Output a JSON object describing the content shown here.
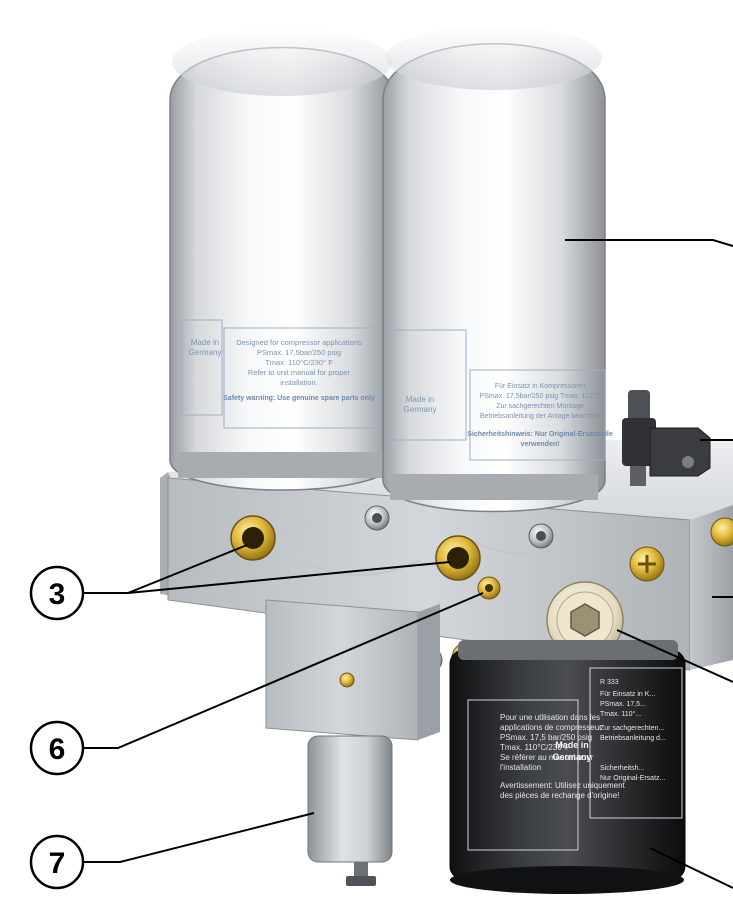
{
  "callouts": [
    {
      "number": "3"
    },
    {
      "number": "6"
    },
    {
      "number": "7"
    }
  ],
  "filter_left_label": {
    "side_lines": [
      "Made in",
      "Germany"
    ],
    "lines": [
      "Designed for compressor applications",
      "PSmax. 17,5bar/250 psig",
      "Tmax. 110°C/230° F",
      "Refer to unit manual for proper",
      "installation."
    ],
    "warning": "Safety warning: Use genuine spare parts only"
  },
  "filter_right_label": {
    "side_lines": [
      "Made in",
      "Germany"
    ],
    "lines": [
      "Für Einsatz in Kompressoren",
      "PSmax. 17,5bar/250 psig Tmax. 110°C",
      "Zur sachgerechten Montage",
      "Betriebsanleitung der Anlage beachten"
    ],
    "warning": "Sicherheitshinweis: Nur Original-Ersatzteile",
    "warning2": "verwenden!"
  },
  "oil_filter_label": {
    "side_lines": [
      "Made in",
      "Germany"
    ],
    "left_lines": [
      "Pour une utilisation dans les",
      "applications de compresseur",
      "PSmax. 17,5 bar/250 psig",
      "Tmax. 110°C/230°F",
      "Se référer au manuel pour",
      "l'installation",
      "Avertissement: Utilisez uniquement",
      "des pièces de rechange d'origine!"
    ],
    "right_lines": [
      "R 333",
      "Für Einsatz in K...",
      "PSmax. 17,5...",
      "Tmax. 110°...",
      "Zur sachgerechten...",
      "Betriebsanleitung d...",
      "Sicherheitsh...",
      "Nur Original-Ersatz..."
    ]
  }
}
